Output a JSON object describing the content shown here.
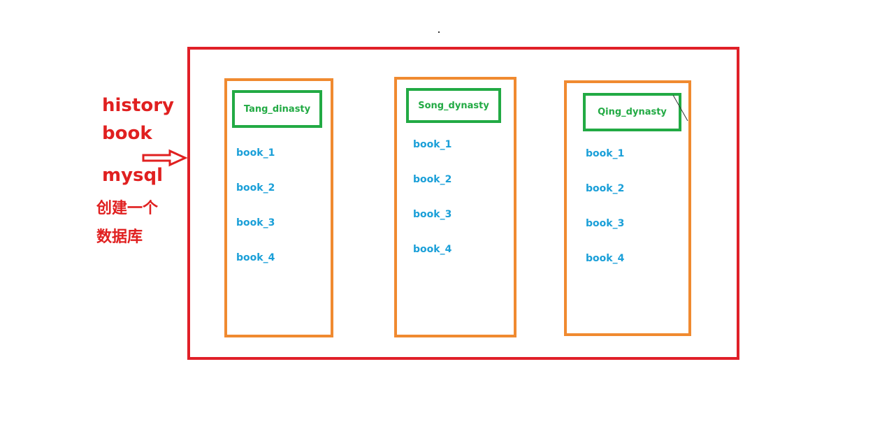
{
  "side_labels": {
    "line1": "history",
    "line2": "book",
    "line3": "mysql",
    "line4": "创建一个",
    "line5": "数据库"
  },
  "colors": {
    "label_red": "#e02020",
    "database_border": "#e02028",
    "table_border": "#f08a30",
    "title_green": "#22aa44",
    "row_blue": "#1a9fd8"
  },
  "tables": [
    {
      "name": "Tang_dinasty",
      "rows": [
        "book_1",
        "book_2",
        "book_3",
        "book_4"
      ]
    },
    {
      "name": "Song_dynasty",
      "rows": [
        "book_1",
        "book_2",
        "book_3",
        "book_4"
      ]
    },
    {
      "name": "Qing_dynasty",
      "rows": [
        "book_1",
        "book_2",
        "book_3",
        "book_4"
      ]
    }
  ]
}
